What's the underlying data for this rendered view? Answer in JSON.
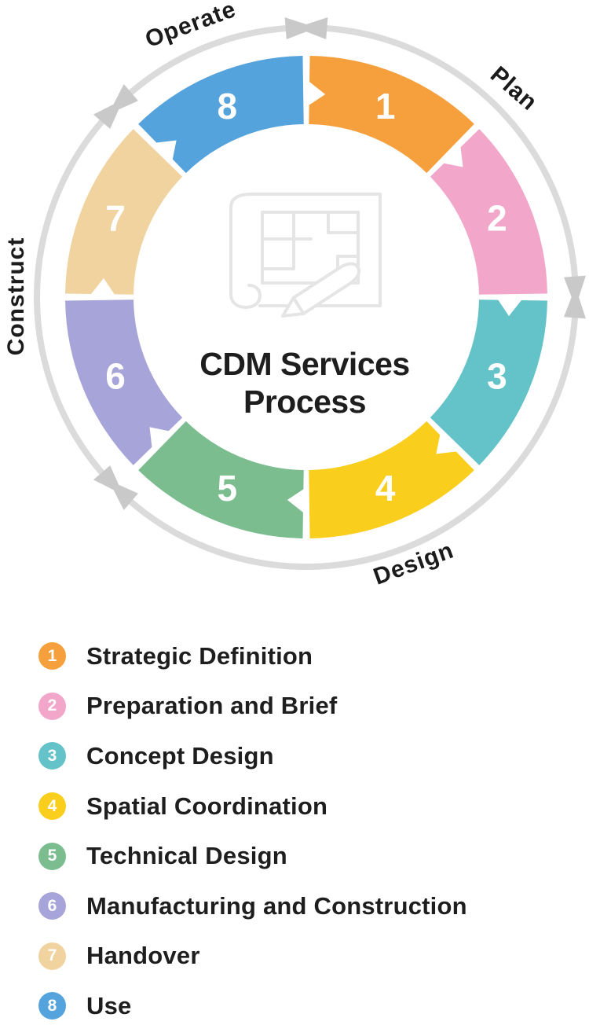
{
  "diagram": {
    "center_title_line1": "CDM Services",
    "center_title_line2": "Process",
    "arc_labels": {
      "plan": "Plan",
      "design": "Design",
      "construct": "Construct",
      "operate": "Operate"
    },
    "arrow_color": "#DBDBDB",
    "arrowhead_color": "#C9C9C9",
    "icon_color": "#E5E5E5",
    "title_color": "#1E1E1E"
  },
  "phases": [
    {
      "number": "1",
      "label": "Strategic Definition",
      "color": "#F5A03C"
    },
    {
      "number": "2",
      "label": "Preparation and Brief",
      "color": "#F2A6C9"
    },
    {
      "number": "3",
      "label": "Concept Design",
      "color": "#64C2C9"
    },
    {
      "number": "4",
      "label": "Spatial Coordination",
      "color": "#F9CE1D"
    },
    {
      "number": "5",
      "label": "Technical Design",
      "color": "#7CBD90"
    },
    {
      "number": "6",
      "label": "Manufacturing and Construction",
      "color": "#A7A4D9"
    },
    {
      "number": "7",
      "label": "Handover",
      "color": "#F0D39E"
    },
    {
      "number": "8",
      "label": "Use",
      "color": "#55A3DC"
    }
  ]
}
